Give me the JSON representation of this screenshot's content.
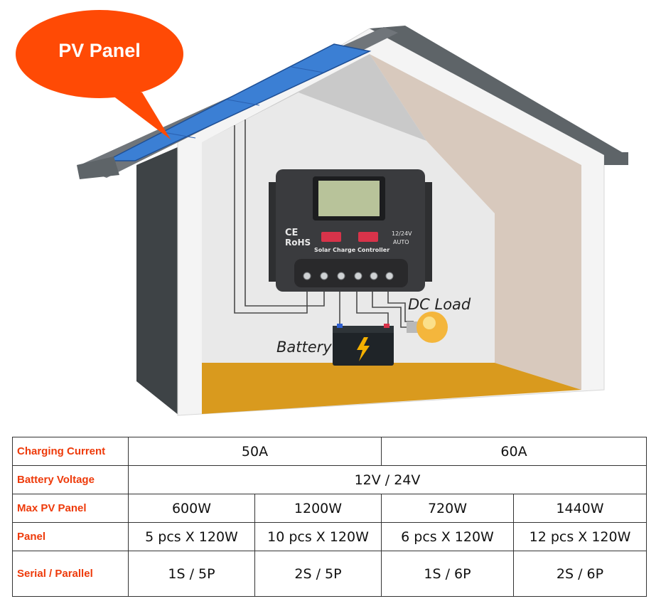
{
  "callout": {
    "label": "PV Panel"
  },
  "labels": {
    "dc_load": "DC Load",
    "battery": "Battery"
  },
  "controller": {
    "ce": "CE",
    "rohs": "RoHS",
    "name": "Solar Charge Controller",
    "voltage": "12/24V",
    "mode": "AUTO"
  },
  "colors": {
    "callout": "#ff4a05",
    "panel": "#3b7fd4",
    "controller": "#3a3b3e",
    "floor": "#d99a1e",
    "header_text": "#ee3a0a",
    "lcd": "#b8c39a",
    "bulb": "#f4b63c"
  },
  "table": {
    "rows": [
      {
        "header": "Charging Current",
        "cells": [
          "50A",
          "60A"
        ]
      },
      {
        "header": "Battery Voltage",
        "cells": [
          "12V / 24V"
        ]
      },
      {
        "header": "Max PV Panel",
        "cells": [
          "600W",
          "1200W",
          "720W",
          "1440W"
        ]
      },
      {
        "header": "Panel",
        "cells": [
          "5 pcs X 120W",
          "10 pcs X 120W",
          "6 pcs X 120W",
          "12 pcs X 120W"
        ]
      },
      {
        "header": "Serial / Parallel",
        "cells": [
          "1S / 5P",
          "2S / 5P",
          "1S / 6P",
          "2S / 6P"
        ]
      }
    ]
  }
}
